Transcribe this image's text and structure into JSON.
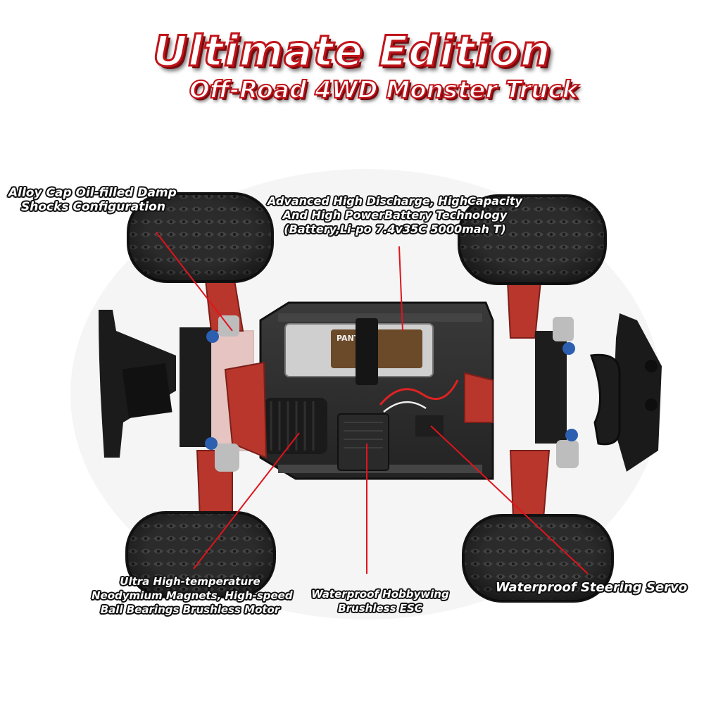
{
  "title": {
    "main": "Ultimate Edition",
    "sub": "Off-Road 4WD Monster Truck"
  },
  "labels": {
    "shocks": [
      "Alloy Cap Oil-filled Damp",
      "Shocks Configuration"
    ],
    "battery": [
      "Advanced High Discharge, HighCapacity",
      "And  High PowerBattery Technology",
      "(Battery,Li-po 7.4v35C 5000mah T)"
    ],
    "motor": [
      "Ultra High-temperature",
      "Neodymium Magnets, High-speed",
      "Ball Bearings Brushless Motor"
    ],
    "esc": [
      "Waterproof Hobbywing",
      "Brushless ESC"
    ],
    "servo": [
      "Waterproof Steering Servo"
    ]
  },
  "battery_sticker": "PANTHER",
  "colors": {
    "callout_line": "#e0141c",
    "title_stroke": "#c0141a",
    "chassis_red": "#b8362c",
    "tire": "#2a2a2a"
  }
}
